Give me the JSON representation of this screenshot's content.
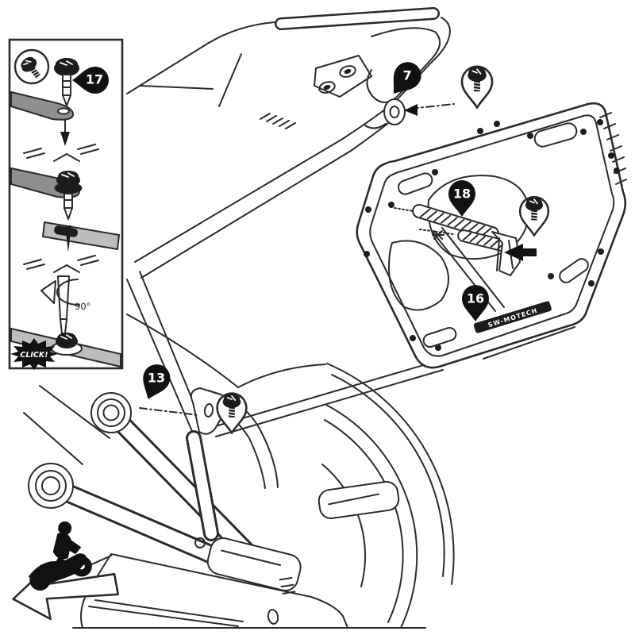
{
  "diagram": {
    "type": "instruction-diagram",
    "subject": "Motorcycle side-carrier (pannier bracket) mounting illustration",
    "callouts": {
      "part17": "17",
      "part7": "7",
      "part18": "18",
      "part16": "16",
      "part13": "13"
    },
    "inset": {
      "rotation_label": "90°",
      "click_label": "CLICK!"
    },
    "plate": {
      "brand_label": "SW-MOTECH"
    },
    "colors": {
      "line": "#2b2b2b",
      "dark_arm": "#8f8f8f",
      "light_strap": "#bdbdbd",
      "callout_fill": "#111111",
      "background": "#ffffff"
    }
  }
}
